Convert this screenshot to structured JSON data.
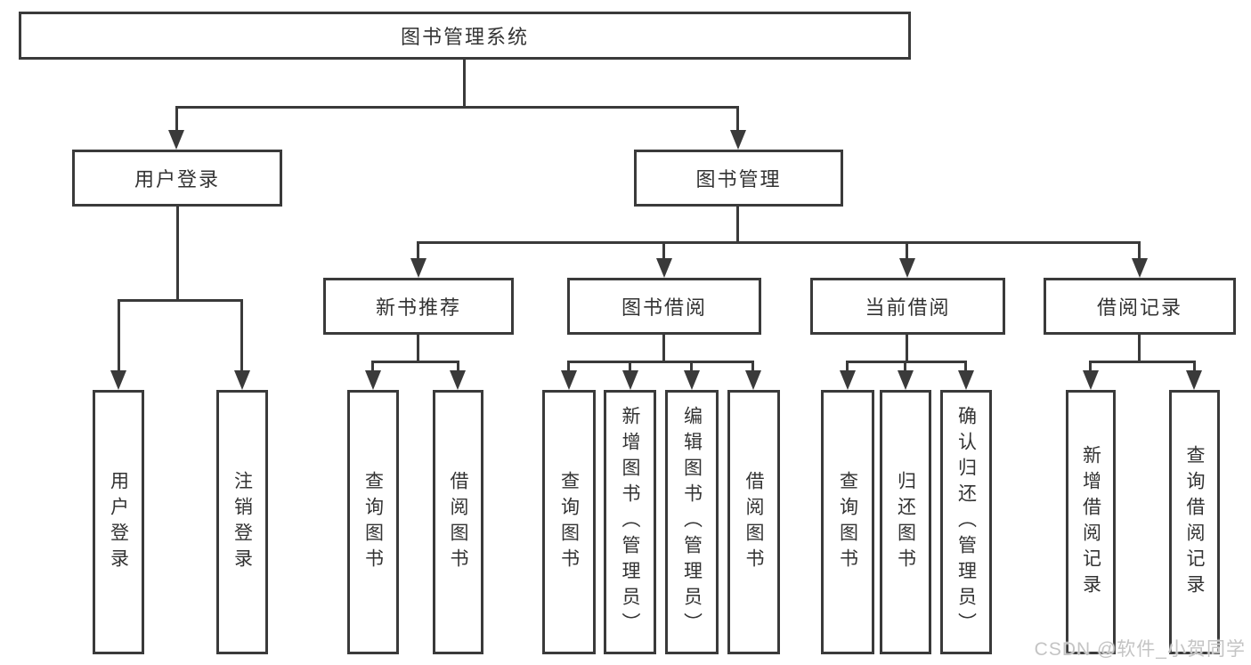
{
  "nodes": {
    "root": "图书管理系统",
    "user_login": "用户登录",
    "book_mgmt": "图书管理",
    "new_books": "新书推荐",
    "book_borrow": "图书借阅",
    "current_borrow": "当前借阅",
    "borrow_records": "借阅记录",
    "leaves_user_login": [
      "用户登录",
      "注销登录"
    ],
    "leaves_new_books": [
      "查询图书",
      "借阅图书"
    ],
    "leaves_book_borrow": [
      "查询图书",
      "新增图书（管理员）",
      "编辑图书（管理员）",
      "借阅图书"
    ],
    "leaves_current_borrow": [
      "查询图书",
      "归还图书",
      "确认归还（管理员）"
    ],
    "leaves_borrow_records": [
      "新增借阅记录",
      "查询借阅记录"
    ]
  },
  "watermark": "CSDN @软件_小贺同学",
  "colors": {
    "line": "#3a3a3a",
    "text": "#333333",
    "background": "#ffffff",
    "watermark": "#c4c4c4"
  }
}
